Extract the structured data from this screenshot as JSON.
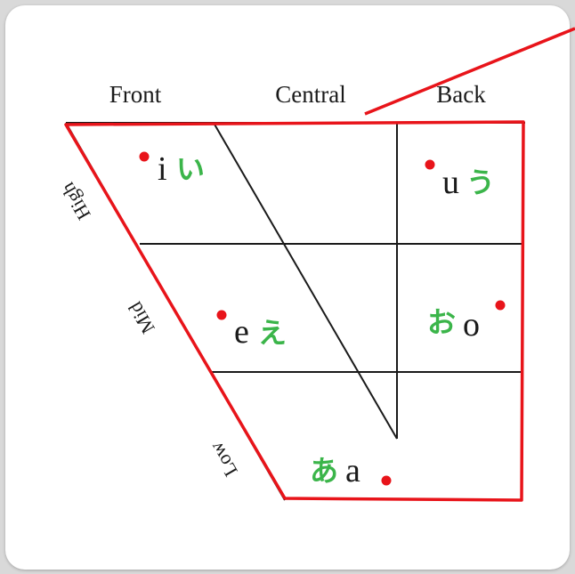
{
  "columns": [
    "Front",
    "Central",
    "Back"
  ],
  "rows": [
    "High",
    "Mid",
    "Low"
  ],
  "vowels": [
    {
      "latin": "i",
      "kana": "い"
    },
    {
      "latin": "u",
      "kana": "う"
    },
    {
      "latin": "e",
      "kana": "え"
    },
    {
      "latin": "o",
      "kana": "お"
    },
    {
      "latin": "a",
      "kana": "あ"
    }
  ],
  "colors": {
    "highlight": "#e8141a",
    "kana": "#3bb54a",
    "dot": "#e8141a",
    "grid": "#1a1a1a"
  }
}
